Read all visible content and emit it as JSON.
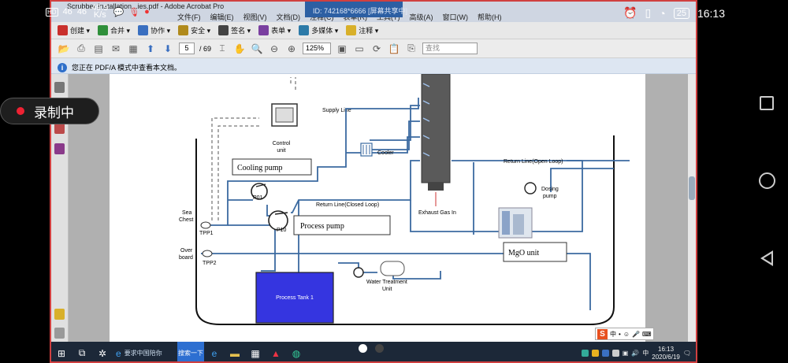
{
  "phone_status": {
    "net_speed": "49.9",
    "net_unit": "K/s",
    "signal_a": "46",
    "signal_b": "46",
    "battery": "25",
    "time": "16:13"
  },
  "app": {
    "title": "Scrubber Installation...ies.pdf - Adobe Acrobat Pro",
    "menus": [
      "文件(F)",
      "编辑(E)",
      "视图(V)",
      "文档(D)",
      "注释(C)",
      "表单(R)",
      "工具(T)",
      "高级(A)",
      "窗口(W)",
      "帮助(H)"
    ],
    "meeting_banner": "ID: 742168*6666  [屏幕共享中]"
  },
  "toolbar1": {
    "items": [
      {
        "label": "创建 ▾",
        "color": "#c9302c"
      },
      {
        "label": "合并 ▾",
        "color": "#2f8f3a"
      },
      {
        "label": "协作 ▾",
        "color": "#3a6fc0"
      },
      {
        "label": "安全 ▾",
        "color": "#b08a1c"
      },
      {
        "label": "签名 ▾",
        "color": "#444444"
      },
      {
        "label": "表单 ▾",
        "color": "#7a3fa0"
      },
      {
        "label": "多媒体 ▾",
        "color": "#2c7aa8"
      },
      {
        "label": "注释 ▾",
        "color": "#d8b02a"
      }
    ]
  },
  "toolbar2": {
    "current_page": "5",
    "total_pages": "/ 69",
    "zoom": "125%",
    "search_placeholder": "查找"
  },
  "infobar": {
    "message": "您正在 PDF/A 模式中查看本文档。"
  },
  "diagram": {
    "labels": {
      "supply_line": "Supply Line",
      "control_unit_1": "Control",
      "control_unit_2": "unit",
      "cooler": "Cooler",
      "cooling_pump": "Cooling pump",
      "p01": "P01",
      "p10": "P10",
      "process_pump": "Process pump",
      "return_closed": "Return Line(Closed Loop)",
      "return_open": "Return Line(Open Loop)",
      "exhaust_gas": "Exhaust Gas In",
      "dosing_1": "Dosing",
      "dosing_2": "pump",
      "sea_1": "Sea",
      "sea_2": "Chest",
      "tpp1": "TPP1",
      "over_1": "Over",
      "over_2": "board",
      "tpp2": "TPP2",
      "process_tank": "Process Tank 1",
      "water_1": "Water Treatment",
      "water_2": "Unit",
      "mgo_unit": "MgO unit"
    },
    "colors": {
      "pipe": "#3b6aa0",
      "tank": "#3535e0",
      "hull": "#111111"
    }
  },
  "taskbar": {
    "ie_label": "要求中国陪你",
    "search_label": "搜索一下",
    "ime_mode": "中",
    "lang": "中",
    "clock_time": "16:13",
    "clock_date": "2020/6/19"
  },
  "recording": {
    "label": "录制中"
  }
}
